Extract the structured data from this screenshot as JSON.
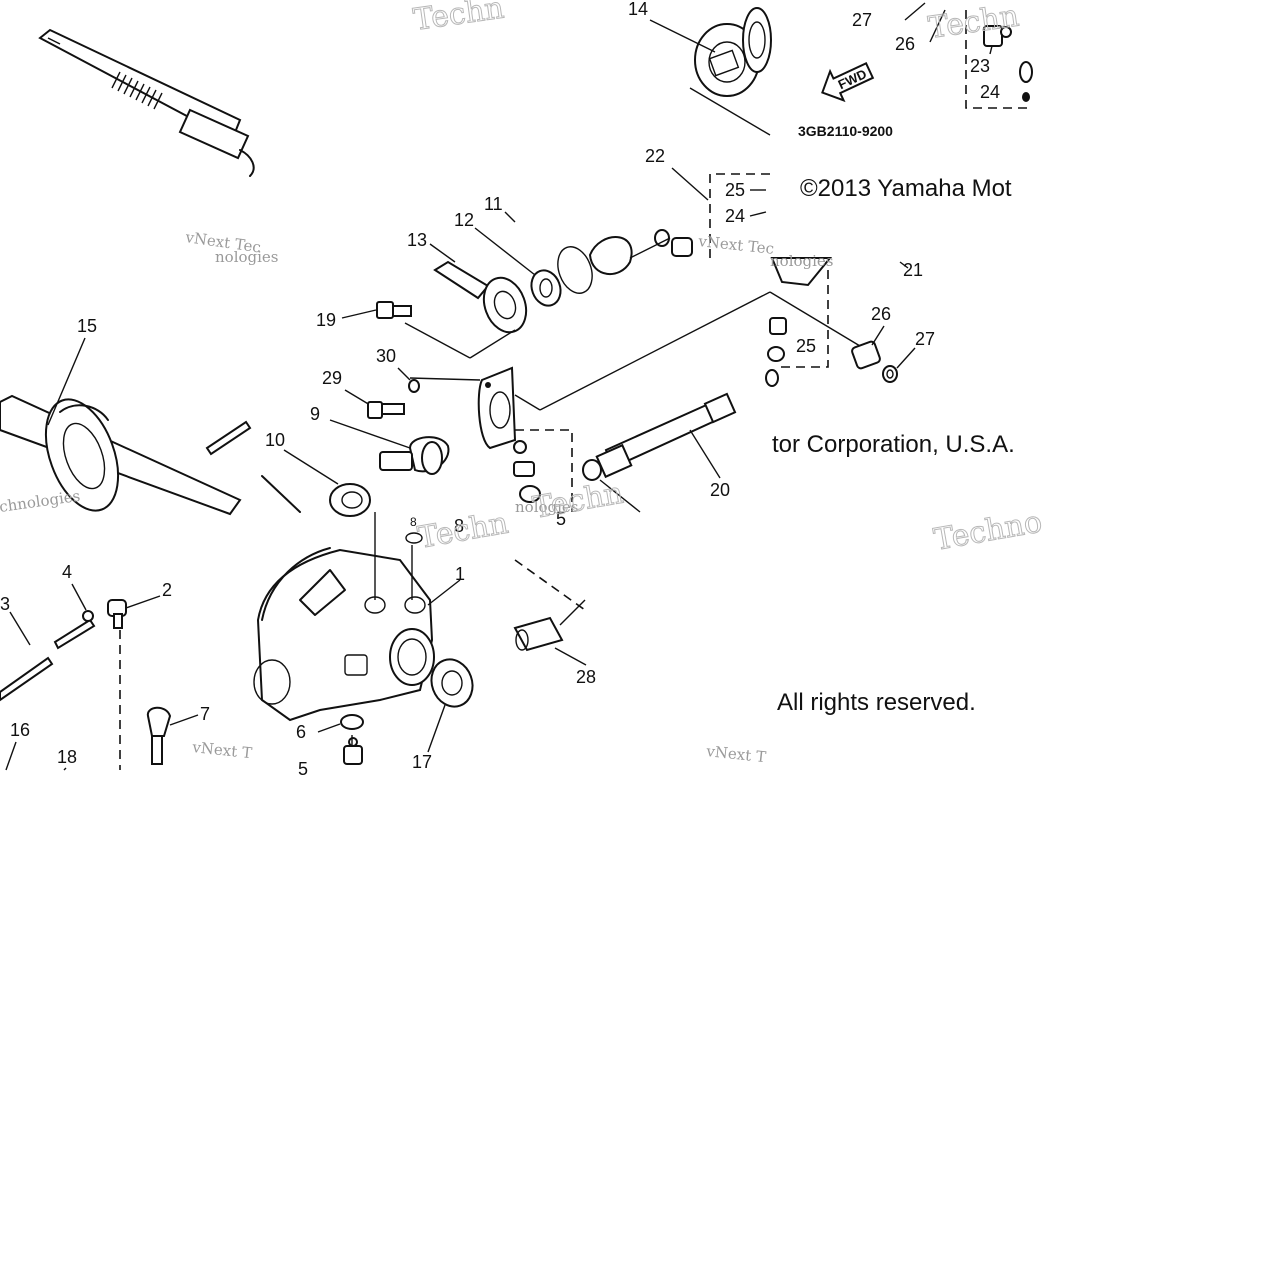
{
  "copyright": {
    "line1": "©2013 Yamaha Mot",
    "line2": "tor Corporation, U.S.A.",
    "line3": "All rights reserved."
  },
  "diagram_code": "3GB2110-9200",
  "fwd_label": "FWD",
  "watermark": {
    "small": "vNext Tec",
    "small_b": "vNext T",
    "small_c": "chnologies",
    "small_d": "nologies",
    "big": "Techn",
    "big_b": "Techno"
  },
  "callouts": [
    "1",
    "2",
    "3",
    "4",
    "5",
    "6",
    "7",
    "8",
    "9",
    "10",
    "11",
    "12",
    "13",
    "14",
    "15",
    "16",
    "17",
    "18",
    "19",
    "20",
    "21",
    "22",
    "23",
    "24",
    "25",
    "26",
    "27",
    "28",
    "29",
    "30"
  ],
  "callout_extras": [
    "27",
    "26",
    "23",
    "24",
    "25",
    "24",
    "25",
    "26",
    "27",
    "5",
    "5",
    "8"
  ]
}
